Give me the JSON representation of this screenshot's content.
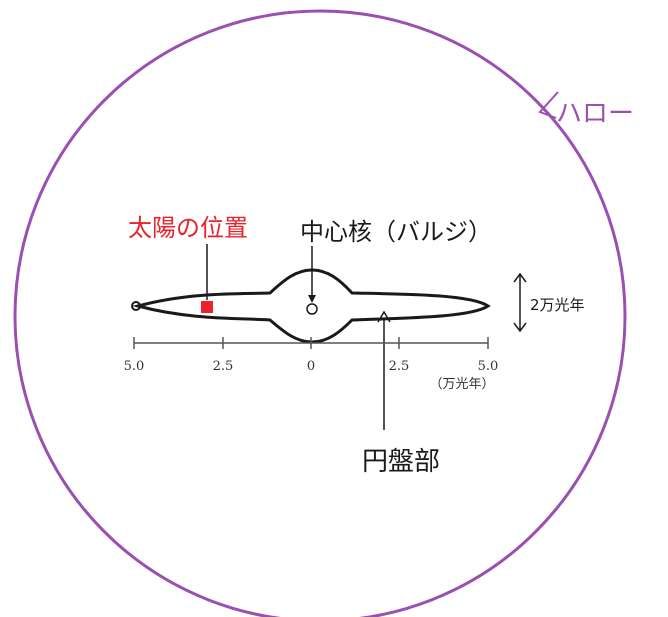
{
  "colors": {
    "halo": "#9b4fb0",
    "sun": "#e8232a",
    "ink": "#1a1a1a",
    "axis": "#555555"
  },
  "labels": {
    "halo": "ハロー",
    "sun_position": "太陽の位置",
    "bulge": "中心核（バルジ）",
    "thickness": "2万光年",
    "disk": "円盤部"
  },
  "axis": {
    "ticks": [
      "5.0",
      "2.5",
      "0",
      "2.5",
      "5.0"
    ],
    "unit": "（万光年）"
  }
}
